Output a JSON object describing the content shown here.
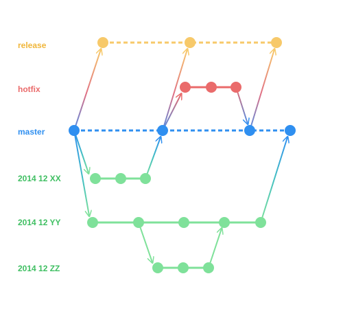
{
  "colors": {
    "release": "#f7c96a",
    "hotfix": "#ea6b6b",
    "master": "#2f8ff0",
    "feature": "#7fe19a",
    "feature_label": "#3fbf62",
    "feature_link": "#45c1c0",
    "release_label": "#f0b63a"
  },
  "branches": [
    {
      "id": "release",
      "label": "release",
      "color": "#f0b63a",
      "style": "dashed"
    },
    {
      "id": "hotfix",
      "label": "hotfix",
      "color": "#ea6b6b",
      "style": "solid"
    },
    {
      "id": "master",
      "label": "master",
      "color": "#2f8ff0",
      "style": "dashed"
    },
    {
      "id": "f1",
      "label": "2014 12 XX",
      "color": "#3fbf62",
      "style": "solid"
    },
    {
      "id": "f2",
      "label": "2014 12 YY",
      "color": "#3fbf62",
      "style": "solid"
    },
    {
      "id": "f3",
      "label": "2014 12 ZZ",
      "color": "#3fbf62",
      "style": "solid"
    }
  ]
}
